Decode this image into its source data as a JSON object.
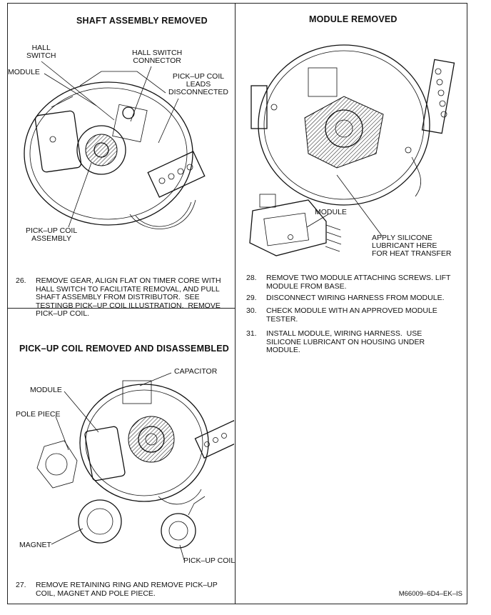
{
  "panels": {
    "shaft": {
      "title": "SHAFT ASSEMBLY REMOVED",
      "labels": {
        "hall_switch": "HALL\nSWITCH",
        "module": "MODULE",
        "hall_switch_connector": "HALL SWITCH\nCONNECTOR",
        "pickup_leads": "PICK–UP COIL\nLEADS\nDISCONNECTED",
        "pickup_assembly": "PICK–UP COIL\nASSEMBLY"
      },
      "step": {
        "number": "26.",
        "text": "REMOVE GEAR, ALIGN FLAT ON TIMER CORE WITH\nHALL SWITCH TO FACILITATE REMOVAL, AND PULL\nSHAFT ASSEMBLY FROM DISTRIBUTOR.  SEE\nTESTINGB PICK–UP COIL ILLUSTRATION.  REMOVE\nPICK–UP COIL."
      }
    },
    "pickup": {
      "title": "PICK–UP COIL REMOVED AND DISASSEMBLED",
      "labels": {
        "capacitor": "CAPACITOR",
        "module": "MODULE",
        "pole_piece": "POLE PIECE",
        "magnet": "MAGNET",
        "pickup_coil": "PICK–UP COIL"
      },
      "step": {
        "number": "27.",
        "text": "REMOVE RETAINING RING AND REMOVE PICK–UP\nCOIL, MAGNET AND POLE PIECE."
      }
    },
    "module": {
      "title": "MODULE REMOVED",
      "labels": {
        "module": "MODULE",
        "apply": "APPLY SILICONE\nLUBRICANT HERE\nFOR HEAT TRANSFER"
      },
      "steps": [
        {
          "number": "28.",
          "text": "REMOVE TWO MODULE ATTACHING SCREWS. LIFT\nMODULE FROM BASE."
        },
        {
          "number": "29.",
          "text": "DISCONNECT WIRING HARNESS FROM MODULE."
        },
        {
          "number": "30.",
          "text": "CHECK MODULE WITH AN APPROVED MODULE\nTESTER."
        },
        {
          "number": "31.",
          "text": "INSTALL MODULE, WIRING HARNESS.  USE\nSILICONE LUBRICANT ON HOUSING UNDER\nMODULE."
        }
      ]
    }
  },
  "reference": "M66009–6D4–EK–IS"
}
